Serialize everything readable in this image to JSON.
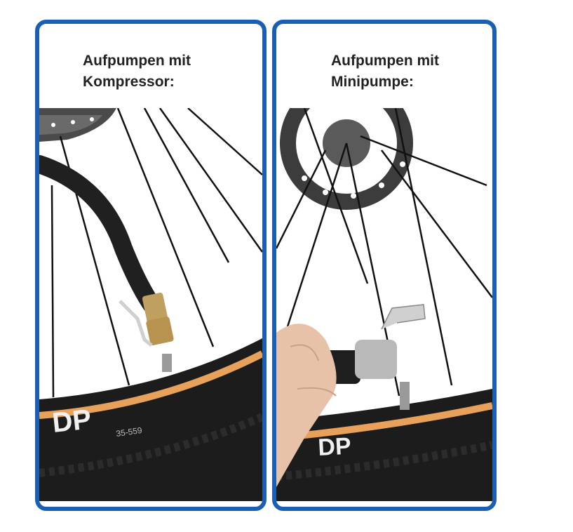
{
  "panels": [
    {
      "title_line1": "Aufpumpen mit",
      "title_line2": "Kompressor:"
    },
    {
      "title_line1": "Aufpumpen mit",
      "title_line2": "Minipumpe:"
    }
  ],
  "tire_text": {
    "brand": "DP",
    "size": "35-559"
  },
  "colors": {
    "frame": "#1a5fb4",
    "tire": "#1c1c1c",
    "rim_stripe": "#e8a15a",
    "hose": "#202020",
    "brass": "#b8924f",
    "pump_silver": "#b9b9b9",
    "skin": "#e8c2a8"
  }
}
